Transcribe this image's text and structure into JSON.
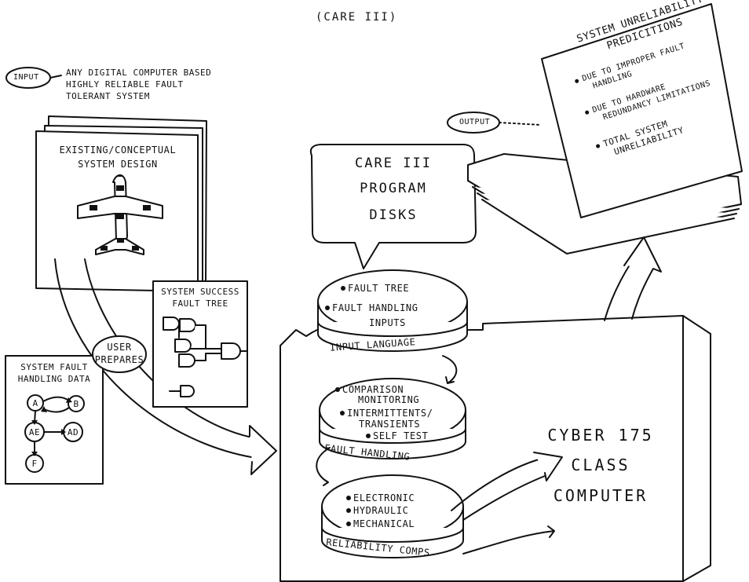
{
  "title": "(CARE III)",
  "input": {
    "label": "INPUT",
    "description": [
      "ANY DIGITAL COMPUTER BASED",
      "HIGHLY RELIABLE FAULT",
      "TOLERANT SYSTEM"
    ]
  },
  "design_card": {
    "title": [
      "EXISTING/CONCEPTUAL",
      "SYSTEM DESIGN"
    ]
  },
  "success_tree": {
    "title": [
      "SYSTEM SUCCESS",
      "FAULT TREE"
    ]
  },
  "user_prepares": [
    "USER",
    "PREPARES"
  ],
  "fault_data": {
    "title": [
      "SYSTEM FAULT",
      "HANDLING DATA"
    ],
    "nodes": [
      "A",
      "B",
      "AE",
      "AD",
      "F"
    ]
  },
  "program_disks": [
    "CARE III",
    "PROGRAM",
    "DISKS"
  ],
  "disk_input": {
    "bullets": [
      "FAULT TREE",
      "FAULT HANDLING",
      "INPUTS"
    ],
    "label": "INPUT LANGUAGE"
  },
  "disk_fault": {
    "bullets": [
      "COMPARISON",
      "MONITORING",
      "INTERMITTENTS/",
      "TRANSIENTS",
      "SELF TEST"
    ],
    "label": "FAULT HANDLING"
  },
  "disk_reliability": {
    "bullets": [
      "ELECTRONIC",
      "HYDRAULIC",
      "MECHANICAL"
    ],
    "label": "RELIABILITY COMPS"
  },
  "computer": [
    "CYBER 175",
    "CLASS",
    "COMPUTER"
  ],
  "output": {
    "label": "OUTPUT",
    "heading": [
      "SYSTEM UNRELIABILITY",
      "PREDICITIONS"
    ],
    "bullets": [
      "DUE TO IMPROPER FAULT",
      "HANDLING",
      "DUE TO HARDWARE",
      "REDUNDANCY LIMITATIONS",
      "TOTAL SYSTEM",
      "UNRELIABILITY"
    ]
  }
}
